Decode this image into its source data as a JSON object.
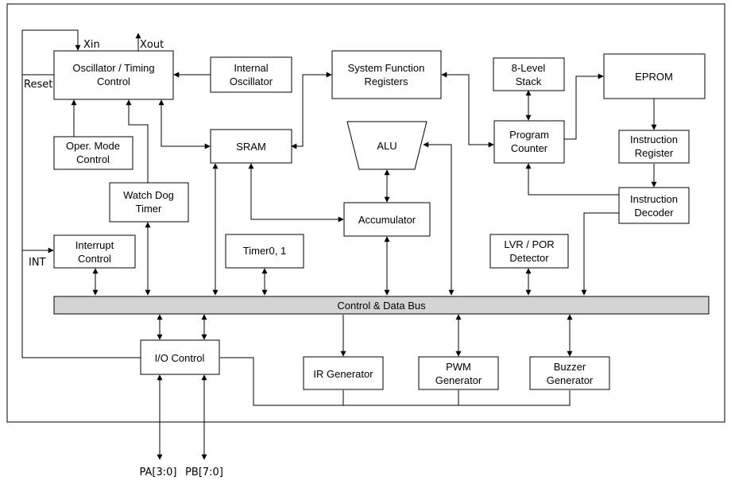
{
  "diagram": {
    "blocks": {
      "osc": [
        "Oscillator / Timing",
        "Control"
      ],
      "int_osc": [
        "Internal",
        "Oscillator"
      ],
      "sfr": [
        "System Function",
        "Registers"
      ],
      "stack": [
        "8-Level",
        "Stack"
      ],
      "eprom": [
        "EPROM"
      ],
      "opmode": [
        "Oper. Mode",
        "Control"
      ],
      "sram": [
        "SRAM"
      ],
      "alu": [
        "ALU"
      ],
      "pc": [
        "Program",
        "Counter"
      ],
      "ireg": [
        "Instruction",
        "Register"
      ],
      "wdt": [
        "Watch Dog",
        "Timer"
      ],
      "idec": [
        "Instruction",
        "Decoder"
      ],
      "acc": [
        "Accumulator"
      ],
      "intr": [
        "Interrupt",
        "Control"
      ],
      "timer": [
        "Timer0, 1"
      ],
      "lvr": [
        "LVR / POR",
        "Detector"
      ],
      "bus": [
        "Control & Data Bus"
      ],
      "io": [
        "I/O Control"
      ],
      "ir": [
        "IR Generator"
      ],
      "pwm": [
        "PWM",
        "Generator"
      ],
      "buzzer": [
        "Buzzer",
        "Generator"
      ]
    },
    "pins": {
      "xin": "Xin",
      "xout": "Xout",
      "reset": "Reset",
      "int": "INT",
      "pa": "PA[3:0]",
      "pb": "PB[7:0]"
    }
  }
}
